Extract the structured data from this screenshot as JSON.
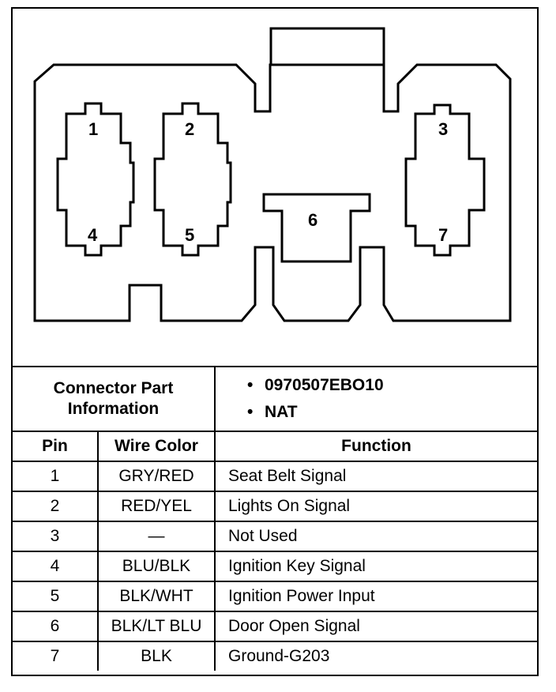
{
  "diagram": {
    "pins": [
      "1",
      "2",
      "3",
      "4",
      "5",
      "6",
      "7"
    ]
  },
  "table": {
    "info_label_line1": "Connector Part",
    "info_label_line2": "Information",
    "info_items": [
      "0970507EBO10",
      "NAT"
    ],
    "headers": {
      "pin": "Pin",
      "wire_color": "Wire Color",
      "function": "Function"
    },
    "rows": [
      {
        "pin": "1",
        "wire_color": "GRY/RED",
        "function": "Seat Belt Signal"
      },
      {
        "pin": "2",
        "wire_color": "RED/YEL",
        "function": "Lights On Signal"
      },
      {
        "pin": "3",
        "wire_color": "—",
        "function": "Not Used"
      },
      {
        "pin": "4",
        "wire_color": "BLU/BLK",
        "function": "Ignition Key Signal"
      },
      {
        "pin": "5",
        "wire_color": "BLK/WHT",
        "function": "Ignition Power Input"
      },
      {
        "pin": "6",
        "wire_color": "BLK/LT BLU",
        "function": "Door Open Signal"
      },
      {
        "pin": "7",
        "wire_color": "BLK",
        "function": "Ground-G203"
      }
    ]
  }
}
